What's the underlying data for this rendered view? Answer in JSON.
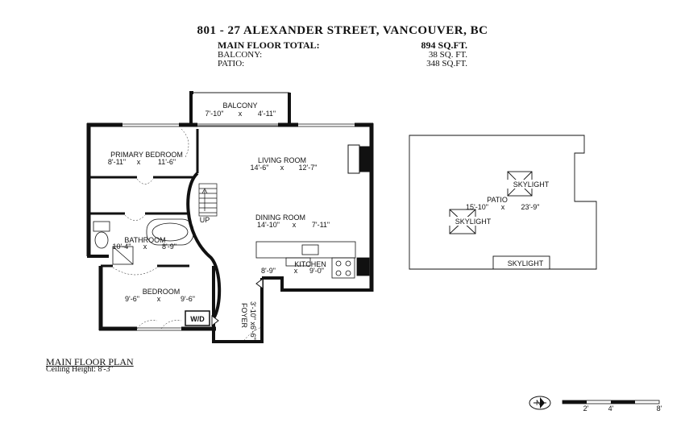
{
  "header": {
    "address": "801 - 27 ALEXANDER STREET, VANCOUVER, BC",
    "totals": [
      {
        "label": "MAIN FLOOR TOTAL:",
        "value": "894 SQ.FT."
      },
      {
        "label": "BALCONY:",
        "value": "38 SQ. FT."
      },
      {
        "label": "PATIO:",
        "value": "348 SQ.FT."
      }
    ]
  },
  "rooms": {
    "balcony": {
      "name": "BALCONY",
      "w": "7'-10\"",
      "x": "x",
      "h": "4'-11\""
    },
    "primary_bedroom": {
      "name": "PRIMARY BEDROOM",
      "w": "8'-11\"",
      "x": "x",
      "h": "11'-6\""
    },
    "living_room": {
      "name": "LIVING ROOM",
      "w": "14'-6\"",
      "x": "x",
      "h": "12'-7\""
    },
    "dining_room": {
      "name": "DINING ROOM",
      "w": "14'-10\"",
      "x": "x",
      "h": "7'-11\""
    },
    "bathroom": {
      "name": "BATHROOM",
      "w": "10'-4\"",
      "x": "x",
      "h": "8'-9\""
    },
    "kitchen": {
      "name": "KITCHEN",
      "w": "8'-9\"",
      "x": "x",
      "h": "9'-0\""
    },
    "bedroom": {
      "name": "BEDROOM",
      "w": "9'-6\"",
      "x": "x",
      "h": "9'-6\""
    },
    "foyer": {
      "name": "FOYER",
      "dims": "3'-10\" x6'-6\""
    },
    "wd": "W/D",
    "up": "UP"
  },
  "patio": {
    "name": "PATIO",
    "w": "15'-10\"",
    "x": "x",
    "h": "23'-9\"",
    "skylights": [
      "SKYLIGHT",
      "SKYLIGHT",
      "SKYLIGHT"
    ]
  },
  "footer": {
    "plan_title": "MAIN FLOOR PLAN",
    "ceiling": "Ceiling Height: 8'-3\""
  },
  "scale": {
    "compass_letter": "N",
    "ticks": [
      "2'",
      "4'",
      "8'"
    ]
  }
}
